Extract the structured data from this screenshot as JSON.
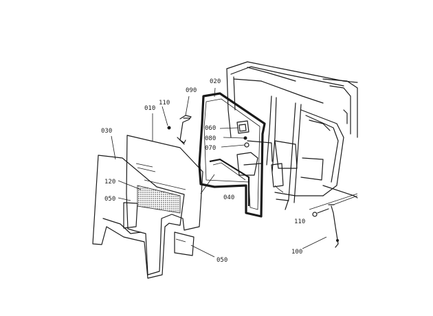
{
  "diagram": {
    "part_labels": {
      "p010": "010",
      "p020": "020",
      "p030": "030",
      "p040": "040",
      "p050a": "050",
      "p050b": "050",
      "p060": "060",
      "p070": "070",
      "p080": "080",
      "p090": "090",
      "p100": "100",
      "p110a": "110",
      "p110b": "110",
      "p120": "120"
    }
  }
}
